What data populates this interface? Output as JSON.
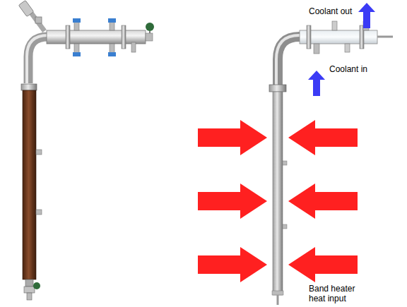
{
  "diagram": {
    "labels": [
      "Coolant out",
      "Coolant in",
      "Band heater heat input"
    ]
  }
}
